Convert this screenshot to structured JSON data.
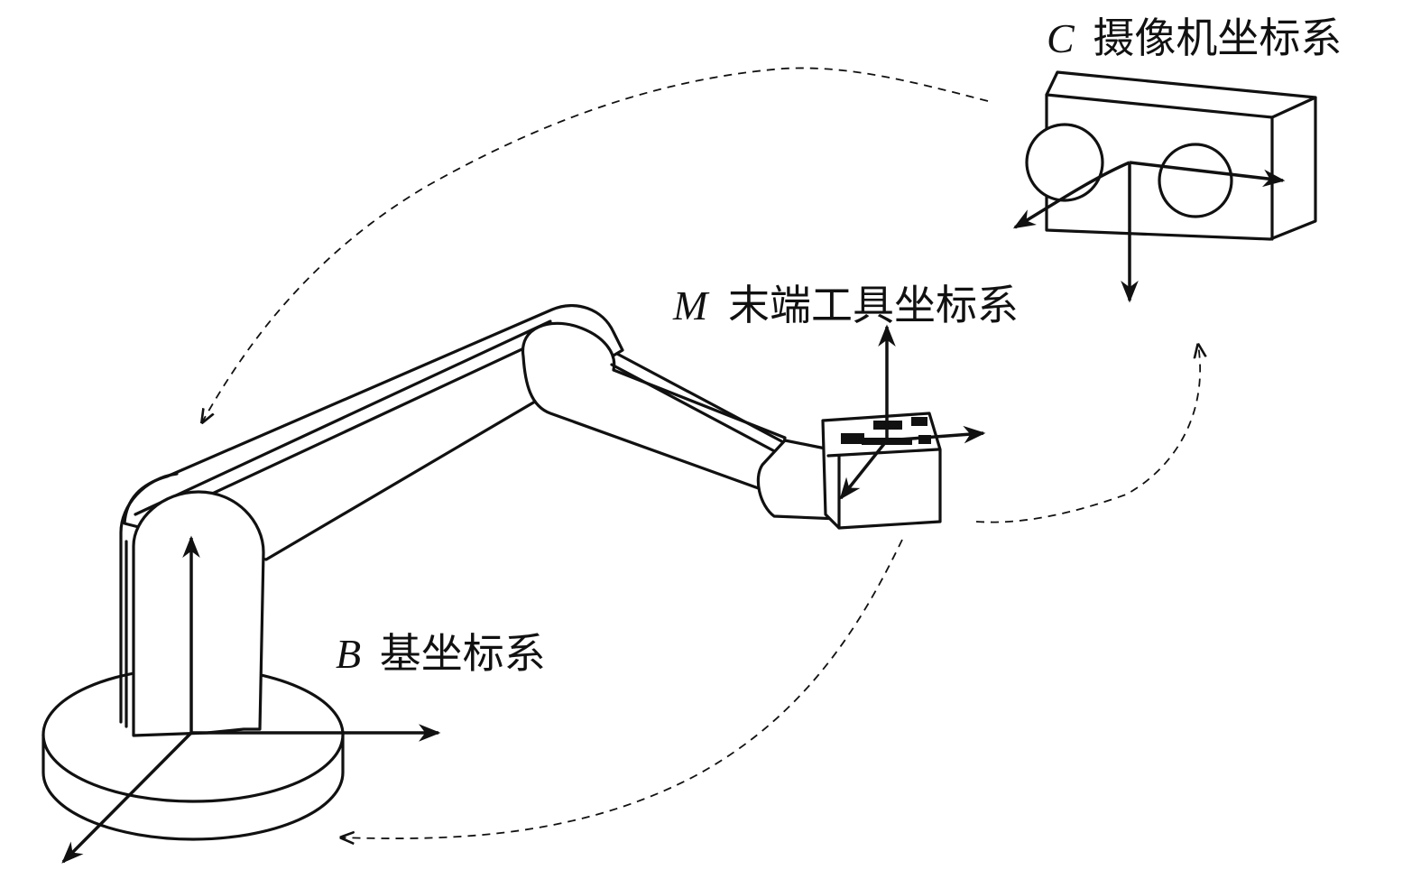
{
  "labels": {
    "camera": {
      "symbol": "C",
      "text": "摄像机坐标系"
    },
    "tool": {
      "symbol": "M",
      "text": "末端工具坐标系"
    },
    "base": {
      "symbol": "B",
      "text": "基坐标系"
    }
  }
}
